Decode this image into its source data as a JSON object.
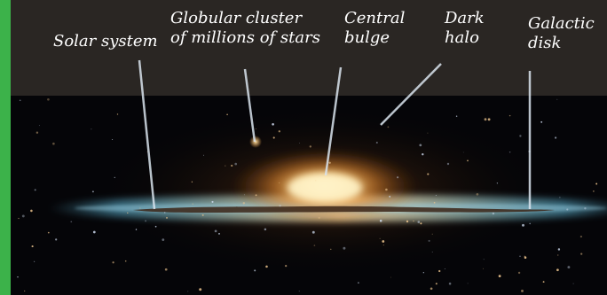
{
  "labels": {
    "solar_system": "Solar system",
    "globular_cluster": "Globular cluster\nof millions of stars",
    "central_bulge": "Central\nbulge",
    "dark_halo": "Dark\nhalo",
    "galactic_disk": "Galactic\ndisk"
  },
  "colors": {
    "edge_strip": "#3cb24a",
    "header_band": "#2a2623",
    "space": "#050508",
    "label_text": "#ffffff",
    "pointer_line": "#d9e4ee",
    "bulge_core": "#fff3c8",
    "bulge_glow": "#f2a23a",
    "disk_glow": "#5fb7d6",
    "dust_lane": "#3b2416"
  }
}
